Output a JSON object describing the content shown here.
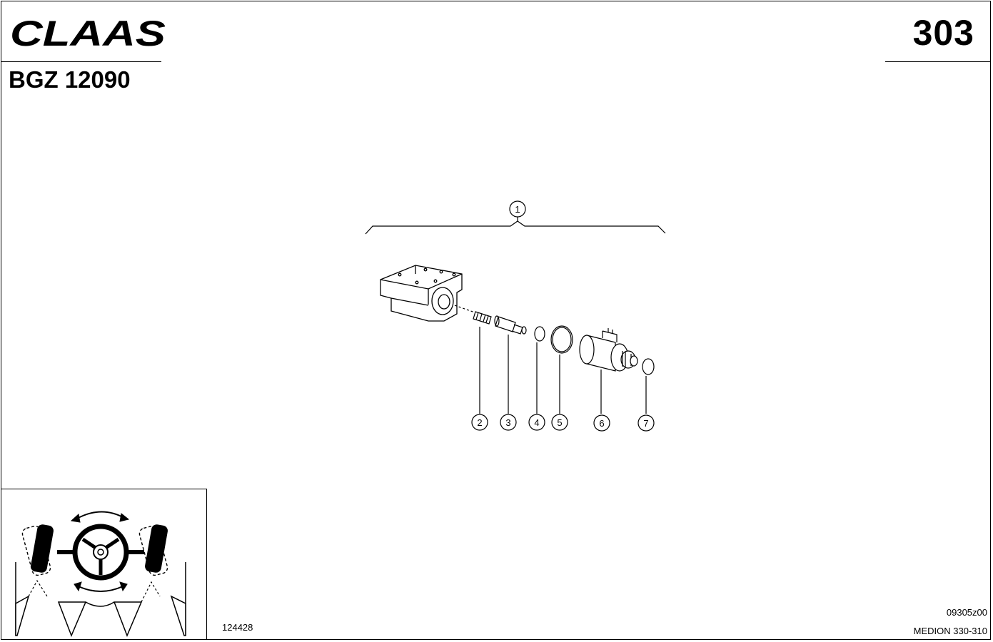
{
  "header": {
    "brand": "CLAAS",
    "page_number": "303",
    "doc_code": "BGZ 12090"
  },
  "diagram": {
    "assembly_callout": "1",
    "callouts": [
      "2",
      "3",
      "4",
      "5",
      "6",
      "7"
    ]
  },
  "footer": {
    "drawing_number": "124428",
    "reference_code": "09305z00",
    "model": "MEDION 330-310"
  },
  "icons": {
    "function_icon": "steering-wheel-axle-icon"
  }
}
